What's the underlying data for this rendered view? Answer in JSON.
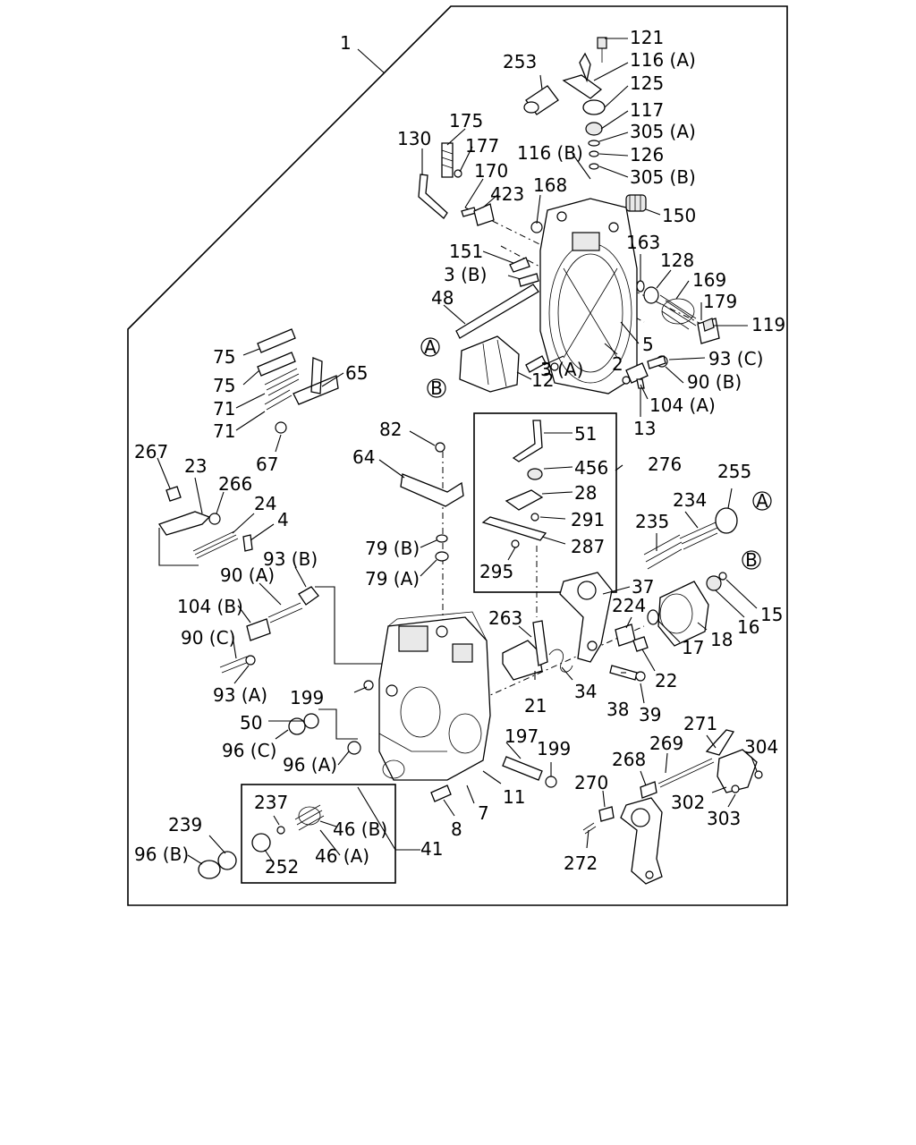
{
  "diagram": {
    "markers": {
      "a": "A",
      "b": "B"
    },
    "labels": [
      "1",
      "121",
      "116 (A)",
      "253",
      "125",
      "117",
      "305 (A)",
      "175",
      "130",
      "177",
      "116 (B)",
      "126",
      "305 (B)",
      "170",
      "168",
      "423",
      "150",
      "163",
      "151",
      "128",
      "3 (B)",
      "169",
      "48",
      "179",
      "119",
      "5",
      "93 (C)",
      "3 (A)",
      "2",
      "12",
      "90 (B)",
      "104 (A)",
      "13",
      "75",
      "75",
      "65",
      "71",
      "71",
      "67",
      "82",
      "51",
      "276",
      "64",
      "456",
      "28",
      "255",
      "267",
      "23",
      "266",
      "291",
      "234",
      "24",
      "4",
      "235",
      "287",
      "295",
      "93 (B)",
      "90 (A)",
      "79 (B)",
      "79 (A)",
      "37",
      "15",
      "104 (B)",
      "263",
      "224",
      "16",
      "90 (C)",
      "17",
      "18",
      "22",
      "199",
      "93 (A)",
      "34",
      "38",
      "39",
      "21",
      "50",
      "271",
      "96 (C)",
      "197",
      "199",
      "304",
      "96 (A)",
      "269",
      "268",
      "11",
      "237",
      "7",
      "270",
      "302",
      "303",
      "46 (B)",
      "8",
      "239",
      "41",
      "96 (B)",
      "46 (A)",
      "252",
      "272"
    ]
  }
}
